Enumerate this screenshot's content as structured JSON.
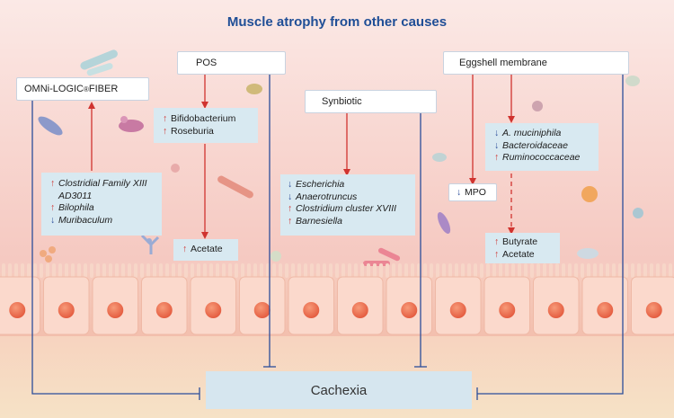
{
  "title": "Muscle atrophy from other causes",
  "nodes": {
    "omni": {
      "label_main": "OMNi-LOGIC",
      "label_sup": "®",
      "label_end": "FIBER"
    },
    "pos": {
      "label": "POS"
    },
    "synbiotic": {
      "label": "Synbiotic"
    },
    "eggshell": {
      "label": "Eggshell membrane"
    },
    "cachexia": {
      "label": "Cachexia"
    }
  },
  "effects": {
    "omni": [
      {
        "dir": "up",
        "text": "Clostridial Family XIII"
      },
      {
        "dir": "none",
        "text": "AD3011"
      },
      {
        "dir": "up",
        "text": "Bilophila"
      },
      {
        "dir": "down",
        "text": "Muribaculum"
      }
    ],
    "pos_bacteria": [
      {
        "dir": "up",
        "text": "Bifidobacterium"
      },
      {
        "dir": "up",
        "text": "Roseburia"
      }
    ],
    "pos_metabolite": [
      {
        "dir": "up",
        "text": "Acetate"
      }
    ],
    "synbiotic": [
      {
        "dir": "down",
        "text": "Escherichia"
      },
      {
        "dir": "down",
        "text": "Anaerotruncus"
      },
      {
        "dir": "up",
        "text": "Clostridium cluster XVIII"
      },
      {
        "dir": "up",
        "text": "Barnesiella"
      }
    ],
    "egg_mpo": [
      {
        "dir": "down",
        "text": "MPO"
      }
    ],
    "egg_bacteria": [
      {
        "dir": "down",
        "text": "A. muciniphila"
      },
      {
        "dir": "down",
        "text": "Bacteroidaceae"
      },
      {
        "dir": "up",
        "text": "Ruminococcaceae"
      }
    ],
    "egg_metabolites": [
      {
        "dir": "up",
        "text": "Butyrate"
      },
      {
        "dir": "up",
        "text": "Acetate"
      }
    ]
  },
  "colors": {
    "title": "#1f4e96",
    "activation_arrow": "#d0332f",
    "inhibition_line": "#2b4d9a",
    "effect_box": "#d8e9f1",
    "cachexia_box": "#d6e6ef"
  }
}
